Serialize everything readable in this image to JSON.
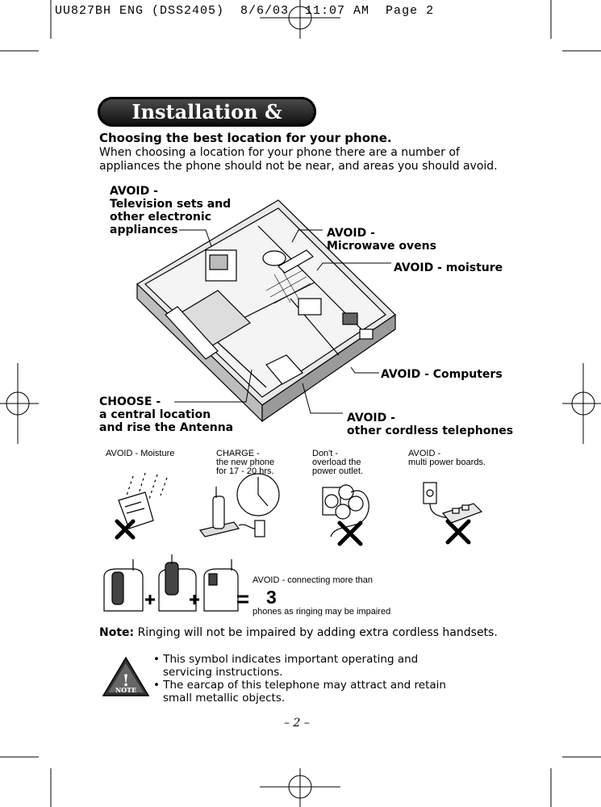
{
  "header": {
    "slug": "UU827BH ENG (DSS2405)  8/6/03  11:07 AM  Page 2"
  },
  "section": {
    "title": "Installation & Safety"
  },
  "intro": {
    "heading": "Choosing the best location for your phone.",
    "body_line1": "When choosing a location for your phone there are a number of",
    "body_line2": "appliances the phone should not be near, and areas you should avoid."
  },
  "floorplan_labels": {
    "tv": "AVOID -\nTelevision sets and\nother electronic\nappliances",
    "microwave": "AVOID -\nMicrowave ovens",
    "moisture": "AVOID - moisture",
    "computers": "AVOID - Computers",
    "central": "CHOOSE -\na central location\nand rise the Antenna",
    "cordless": "AVOID -\nother cordless telephones"
  },
  "tips": {
    "moisture": "AVOID - Moisture",
    "charge": "CHARGE -\nthe new phone\nfor 17 - 20 hrs.",
    "overload": "Don't -\noverload the\npower outlet.",
    "boards": "AVOID -\nmulti power boards."
  },
  "handsets": {
    "line1": "AVOID - connecting more than",
    "count": "3",
    "line2": "phones as ringing may be impaired"
  },
  "note": {
    "label": "Note:",
    "text": "Ringing will not be impaired by adding extra cordless handsets."
  },
  "safety": {
    "badge": "NOTE",
    "bullet1": "• This symbol indicates important operating and servicing instructions.",
    "bullet2": "• The earcap of this telephone may attract and retain small metallic objects."
  },
  "page_number": "– 2 –"
}
